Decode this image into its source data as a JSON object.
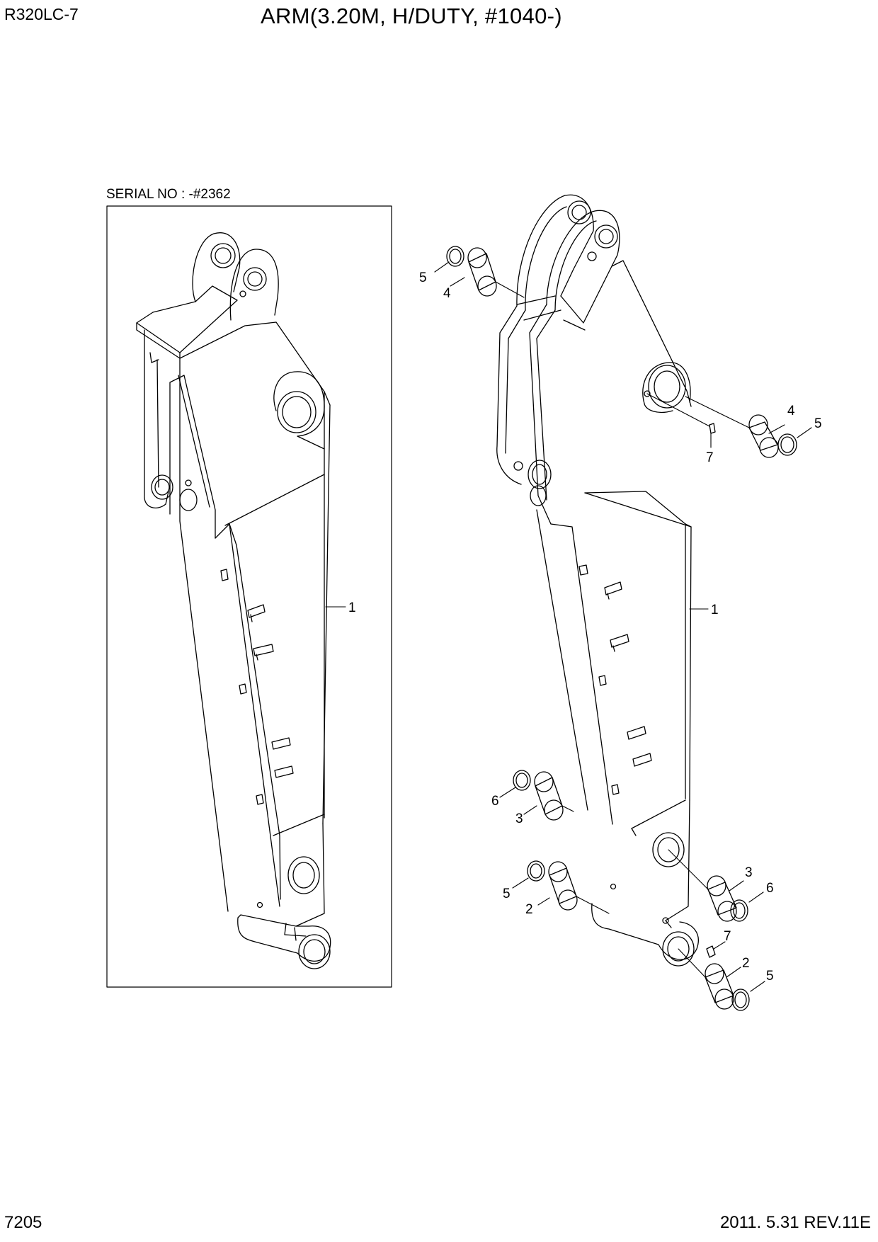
{
  "header": {
    "model": "R320LC-7",
    "title": "ARM(3.20M, H/DUTY, #1040-)"
  },
  "inset": {
    "serial_label": "SERIAL NO : -#2362",
    "callouts": [
      "1"
    ]
  },
  "main_view": {
    "callouts": [
      "5",
      "4",
      "4",
      "5",
      "7",
      "1",
      "6",
      "3",
      "3",
      "6",
      "5",
      "2",
      "7",
      "2",
      "5"
    ]
  },
  "footer": {
    "page_number": "7205",
    "revision": "2011. 5.31  REV.11E"
  },
  "icons": {
    "arm_drawing": "excavator-arm-exploded-view"
  }
}
